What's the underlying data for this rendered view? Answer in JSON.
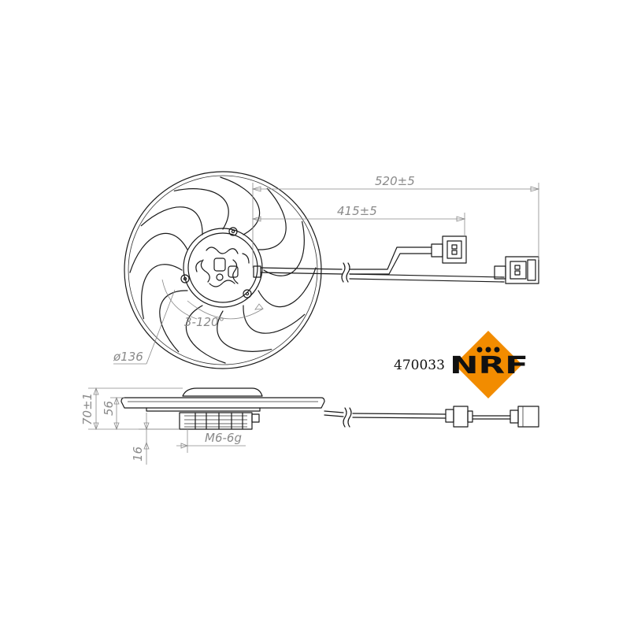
{
  "drawing": {
    "part_number": "470033",
    "brand": {
      "logo_text": "NRF",
      "accent_color": "#f28c00",
      "text_color": "#111111"
    },
    "dimensions": {
      "total_length": "520±5",
      "connector_length": "415±5",
      "fan_diameter": "ø136",
      "mounting_angle": "3-120°",
      "overall_height": "70±1",
      "motor_height": "56",
      "bolt_length": "16",
      "thread": "M6-6g"
    },
    "colors": {
      "line": "#1a1a1a",
      "dimension": "#8a8a8a"
    }
  }
}
